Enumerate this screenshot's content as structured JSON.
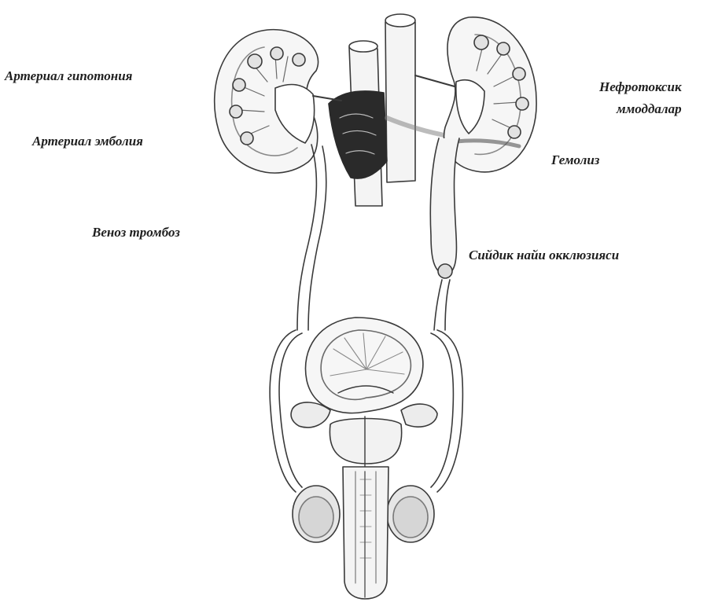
{
  "labels": {
    "arterial_hypotension": "Артериал гипотония",
    "arterial_embolism": "Артериал эмболия",
    "venous_thrombosis": "Веноз тромбоз",
    "nephrotoxic_line1": "Нефротоксик",
    "nephrotoxic_line2": "ммоддалар",
    "hemolysis": "Гемолиз",
    "urinary_tract_occlusion": "Сийдик найи окклюзияси"
  },
  "colors": {
    "line": "#3a3a3a",
    "shade": "#9a9a9a",
    "dark": "#2a2a2a",
    "fill": "#f4f4f4"
  }
}
